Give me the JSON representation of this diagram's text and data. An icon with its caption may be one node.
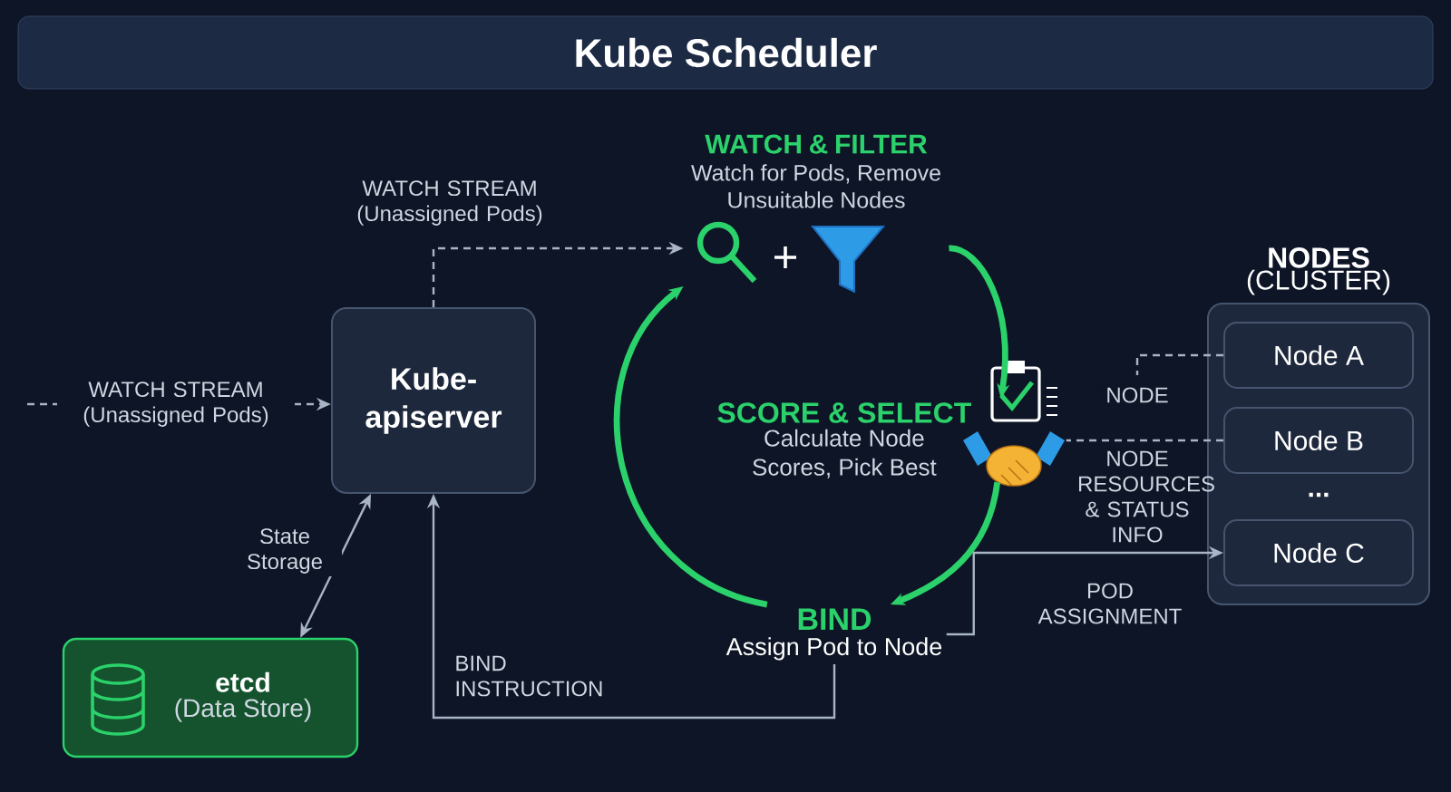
{
  "diagram": {
    "title": "Kube Scheduler",
    "nodes": [
      {
        "text": [
          "Kube-apiserver"
        ]
      },
      {
        "text": [
          "etcd",
          "(Data Store)"
        ]
      },
      {
        "text": [
          "WATCH & FILTER",
          "Watch for Pods, Remove Unsuitable Nodes"
        ]
      },
      {
        "text": [
          "SCORE & SELECT",
          "Calculate Node Scores, Pick Best"
        ]
      },
      {
        "text": [
          "BIND",
          "Assign Pod to Node"
        ]
      },
      {
        "text": [
          "NODES",
          "(CLUSTER)"
        ]
      },
      {
        "text": [
          "Node A"
        ],
        "in": 5
      },
      {
        "text": [
          "Node B"
        ],
        "in": 5
      },
      {
        "text": [
          "Node C"
        ],
        "in": 5
      }
    ],
    "edges": [
      {
        "from": null,
        "to": 0,
        "arrow": "to",
        "label": "WATCH STREAM (Unassigned Pods)",
        "style": "dashed"
      },
      {
        "from": 0,
        "to": 2,
        "arrow": "to",
        "label": "WATCH STREAM (Unassigned Pods)",
        "style": "dashed"
      },
      {
        "from": 2,
        "to": 3,
        "arrow": "to",
        "style": "thick",
        "color": "#2bd16a"
      },
      {
        "from": 3,
        "to": 4,
        "arrow": "to",
        "style": "thick",
        "color": "#2bd16a"
      },
      {
        "from": 4,
        "to": 2,
        "arrow": "to",
        "style": "thick",
        "color": "#2bd16a"
      },
      {
        "from": 0,
        "to": 1,
        "arrow": "both",
        "label": "State Storage"
      },
      {
        "from": 4,
        "to": 0,
        "arrow": "to",
        "label": "BIND INSTRUCTION"
      },
      {
        "from": 4,
        "to": 8,
        "arrow": "to",
        "label": "POD ASSIGNMENT"
      },
      {
        "from": 6,
        "to": null,
        "arrow": "none",
        "label": "NODE",
        "style": "dashed"
      },
      {
        "from": 7,
        "to": 3,
        "arrow": "none",
        "label": "NODE RESOURCES & STATUS INFO",
        "style": "dashed"
      }
    ],
    "labels": [
      "..."
    ]
  }
}
